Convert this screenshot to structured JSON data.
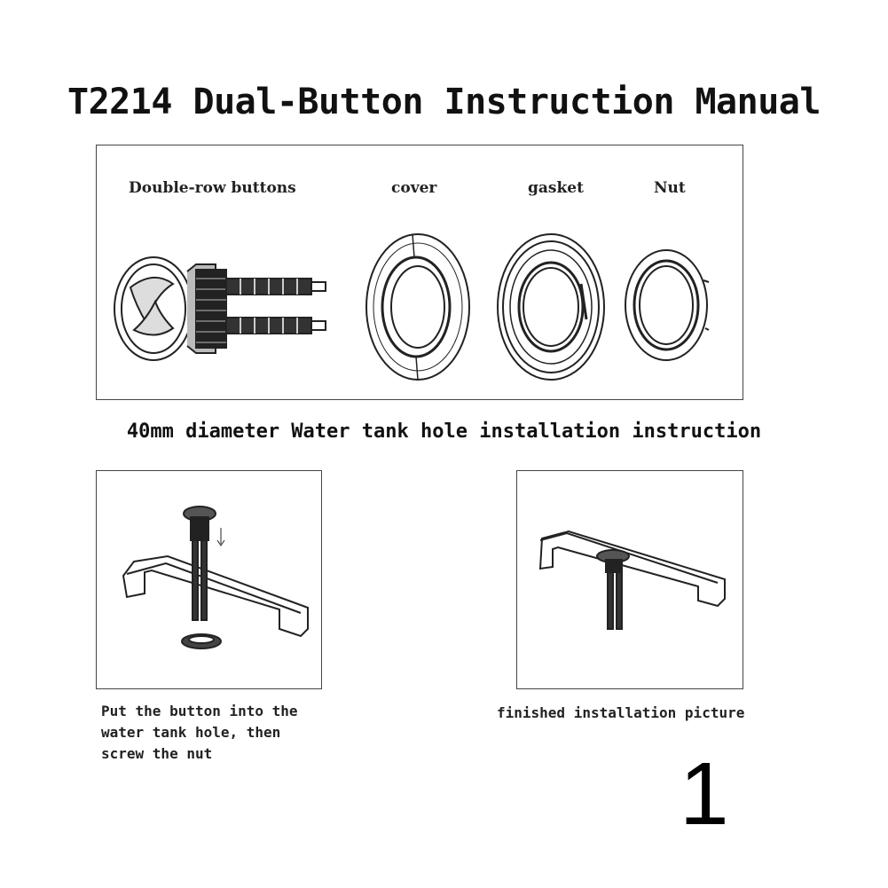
{
  "title": "T2214 Dual-Button Instruction Manual",
  "parts": {
    "buttons_label": "Double-row buttons",
    "cover_label": "cover",
    "gasket_label": "gasket",
    "nut_label": "Nut"
  },
  "subtitle": "40mm diameter Water tank hole installation instruction",
  "steps": {
    "step1_caption_line1": "Put the button into the",
    "step1_caption_line2": "water tank hole, then",
    "step1_caption_line3": "screw the nut",
    "step2_caption": "finished installation picture"
  },
  "page_number": "1"
}
